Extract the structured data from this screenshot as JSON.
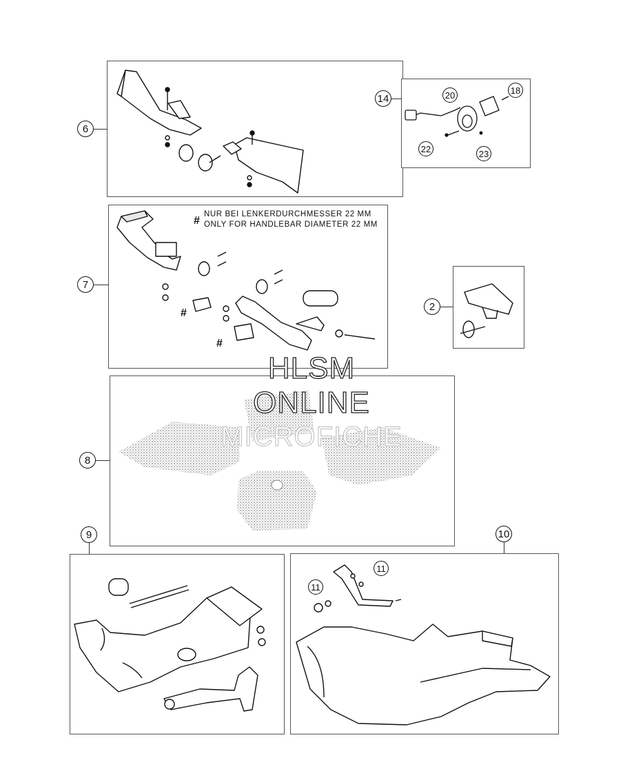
{
  "callouts": {
    "c6": "6",
    "c7": "7",
    "c8": "8",
    "c9": "9",
    "c10": "10",
    "c14": "14",
    "c2": "2",
    "c18": "18",
    "c20": "20",
    "c22": "22",
    "c23": "23",
    "c11a": "11",
    "c11b": "11"
  },
  "note": {
    "symbol": "#",
    "line1": "NUR BEI LENKERDURCHMESSER 22 MM",
    "line2": "ONLY FOR HANDLEBAR DIAMETER 22 MM"
  },
  "hash_marks": {
    "h1": "#",
    "h2": "#"
  },
  "watermark": {
    "line1": "HLSM",
    "line2": "ONLINE",
    "line3": "MICROFICHE"
  },
  "colors": {
    "line": "#111111",
    "panel_border": "#555555",
    "halftone": "#9a9a9a"
  }
}
